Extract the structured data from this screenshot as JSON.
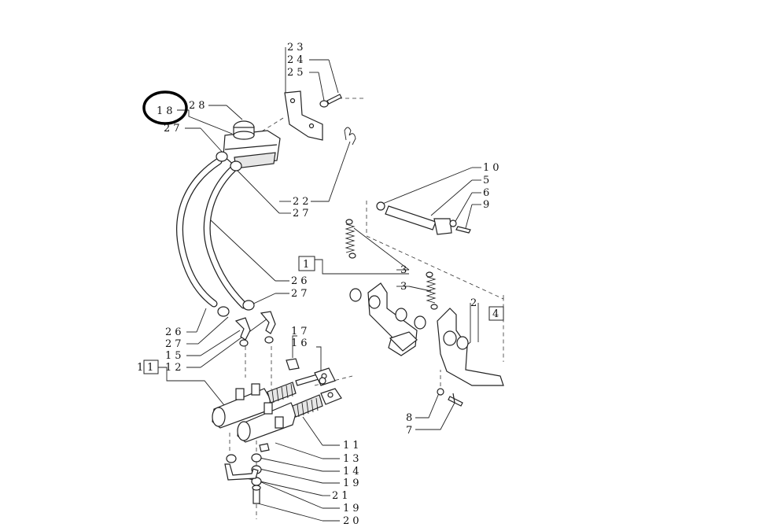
{
  "diagram": {
    "callouts": {
      "c23": "23",
      "c24": "24",
      "c25": "25",
      "c18": "18",
      "c28": "28",
      "c27a": "27",
      "c10": "10",
      "c5": "5",
      "c6": "6",
      "c9": "9",
      "c22": "22",
      "c27b": "27",
      "c1box": "1",
      "c3a": "3",
      "c3b": "3",
      "c26a": "26",
      "c27c": "27",
      "c2": "2",
      "c4box": "4",
      "c26b": "26",
      "c27d": "27",
      "c15": "15",
      "c1": "1",
      "c12": "12",
      "c17": "17",
      "c16": "16",
      "c8": "8",
      "c7": "7",
      "c11": "11",
      "c13": "13",
      "c14": "14",
      "c19a": "19",
      "c21": "21",
      "c19b": "19",
      "c20": "20"
    },
    "highlight_color": "#000000"
  }
}
